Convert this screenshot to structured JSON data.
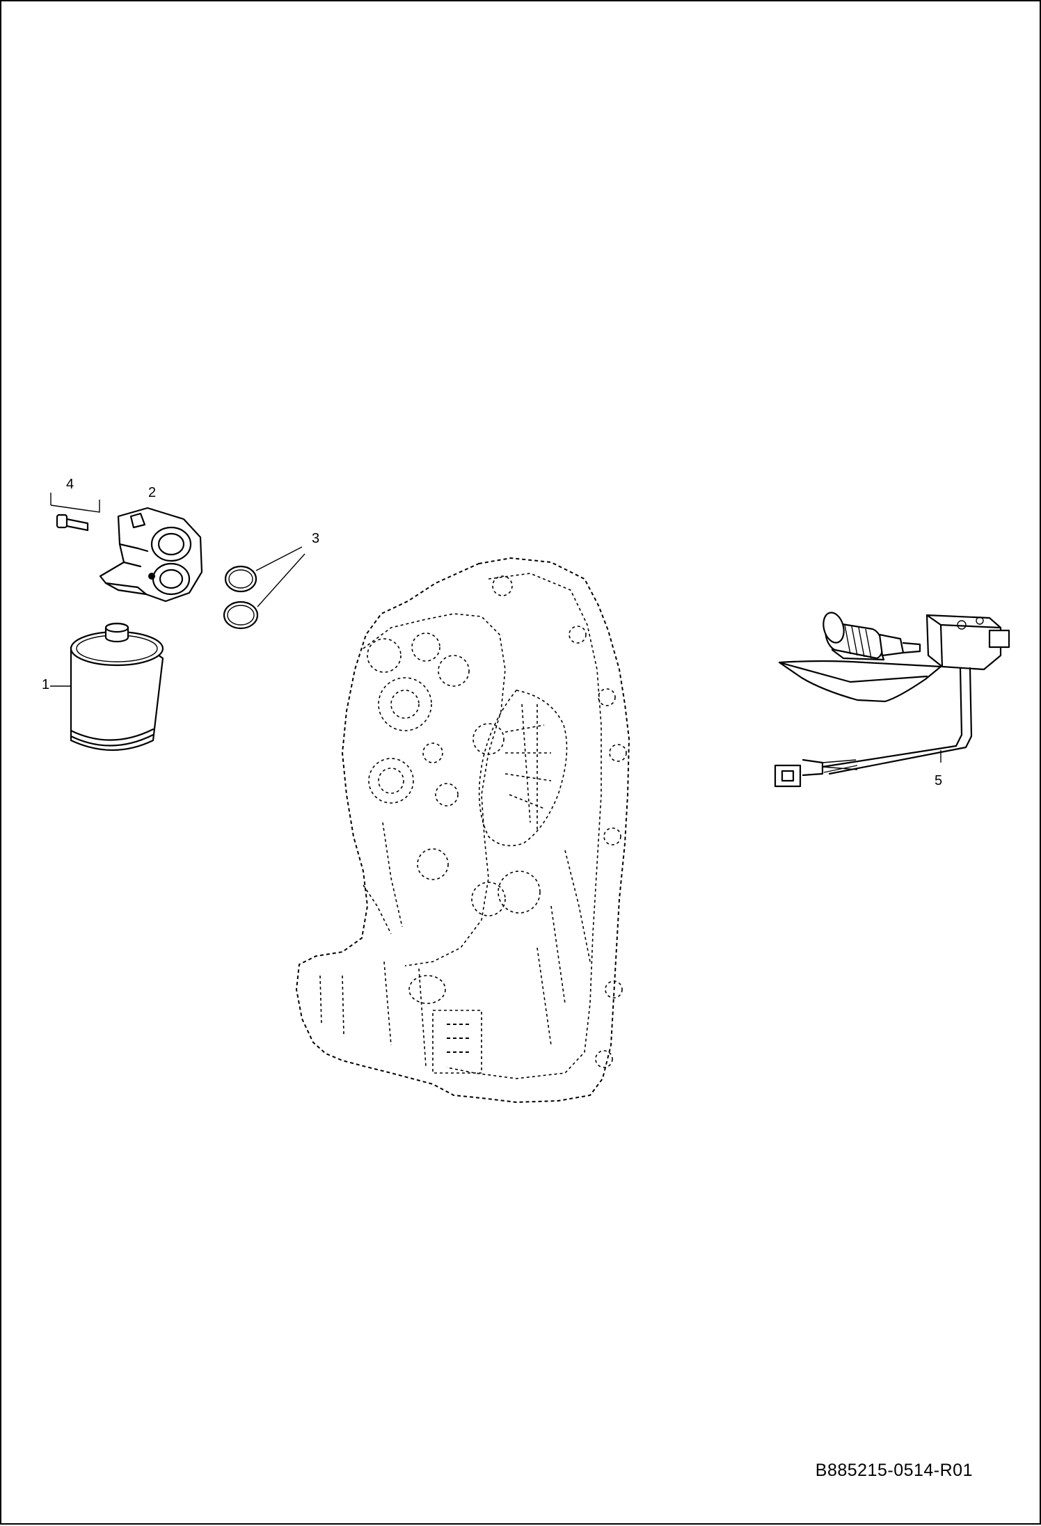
{
  "diagram": {
    "callouts": [
      {
        "id": "1",
        "label": "1"
      },
      {
        "id": "2",
        "label": "2"
      },
      {
        "id": "3",
        "label": "3"
      },
      {
        "id": "4",
        "label": "4"
      },
      {
        "id": "5",
        "label": "5"
      }
    ],
    "document_code": "B885215-0514-R01"
  }
}
